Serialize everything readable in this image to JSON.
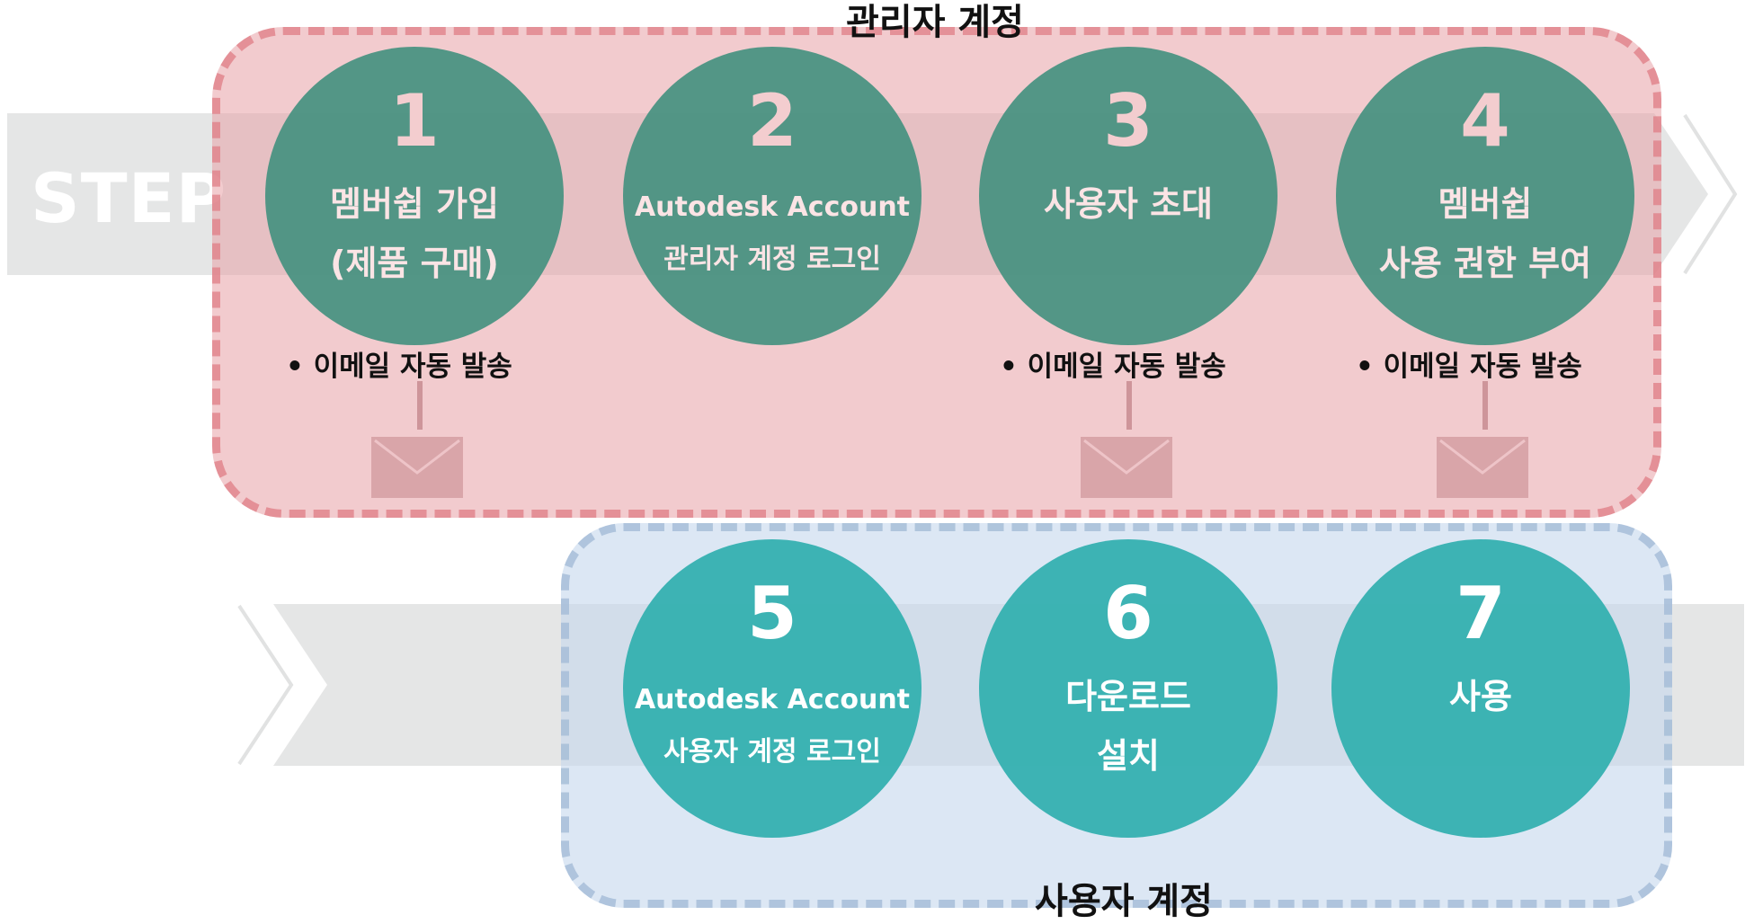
{
  "step_label": "STEP",
  "admin_group": {
    "title": "관리자 계정",
    "steps": [
      {
        "number": "1",
        "lines": [
          "멤버쉽 가입",
          "(제품 구매)"
        ],
        "note": "• 이메일 자동 발송"
      },
      {
        "number": "2",
        "lines": [
          "Autodesk Account",
          "관리자 계정 로그인"
        ],
        "note": ""
      },
      {
        "number": "3",
        "lines": [
          "사용자 초대"
        ],
        "note": "• 이메일 자동 발송"
      },
      {
        "number": "4",
        "lines": [
          "멤버쉽",
          "사용 권한 부여"
        ],
        "note": "• 이메일 자동 발송"
      }
    ]
  },
  "user_group": {
    "title": "사용자 계정",
    "steps": [
      {
        "number": "5",
        "lines": [
          "Autodesk Account",
          "사용자 계정 로그인"
        ]
      },
      {
        "number": "6",
        "lines": [
          "다운로드",
          "설치"
        ]
      },
      {
        "number": "7",
        "lines": [
          "사용"
        ]
      }
    ]
  },
  "colors": {
    "admin_circle": "#459180",
    "user_circle": "#34b0b0",
    "admin_group_fill": "#e7a0a5",
    "user_group_fill": "#c5d7ec",
    "band": "#d4d6d6"
  }
}
